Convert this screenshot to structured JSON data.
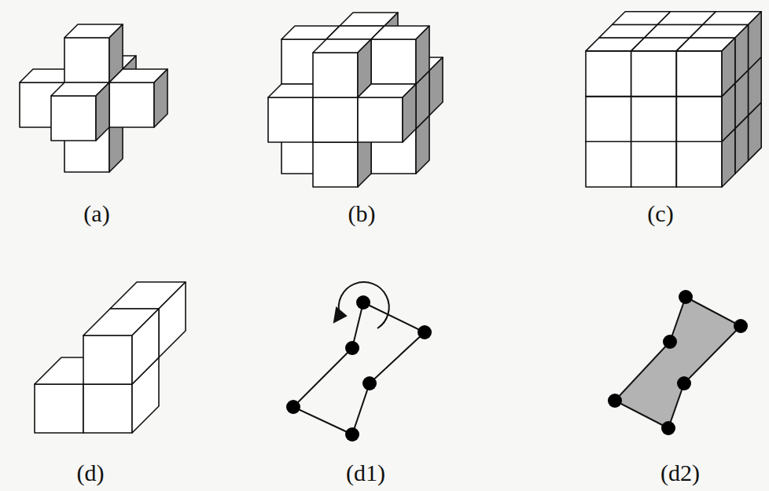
{
  "diagram": {
    "labels": [
      "(a)",
      "(b)",
      "(c)",
      "(d)",
      "(d1)",
      "(d2)"
    ]
  }
}
